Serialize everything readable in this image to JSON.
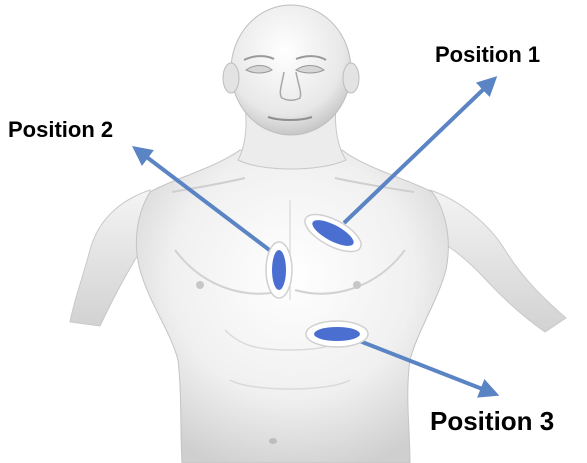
{
  "labels": {
    "position_1": "Position 1",
    "position_2": "Position 2",
    "position_3": "Position 3"
  },
  "colors": {
    "arrow": "#5b84c4",
    "electrode_fill": "#4a6fd0",
    "electrode_ring": "#ffffff",
    "skin_light": "#fbfbfb",
    "skin_mid": "#e6e6e6",
    "skin_shadow": "#bdbdbd",
    "label_text": "#000000"
  },
  "icons": {
    "figure": "male-torso-illustration",
    "electrodes": "oval-electrode-pads",
    "pointers": "arrow-pointers"
  }
}
